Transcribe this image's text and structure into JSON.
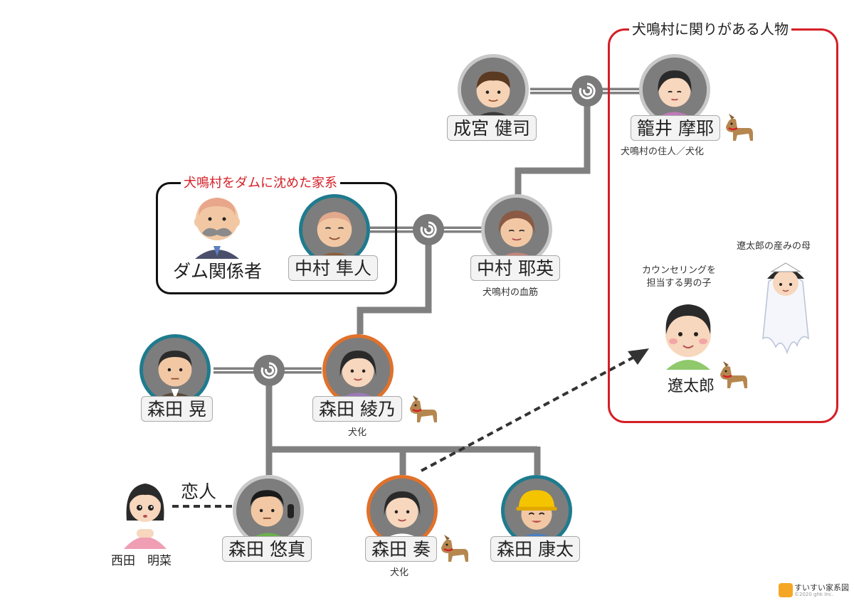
{
  "groups": {
    "dam_family_title": "犬鳴村をダムに沈めた家系",
    "village_related_title": "犬鳴村に関りがある人物"
  },
  "people": {
    "narumiya": {
      "name": "成宮 健司"
    },
    "kagoi": {
      "name": "籠井 摩耶",
      "caption": "犬鳴村の住人／犬化"
    },
    "dam": {
      "name": "ダム関係者"
    },
    "hayato": {
      "name": "中村 隼人"
    },
    "yae": {
      "name": "中村 耶英",
      "caption": "犬鳴村の血筋"
    },
    "akira": {
      "name": "森田 晃"
    },
    "ayano": {
      "name": "森田 綾乃",
      "caption": "犬化"
    },
    "yuma": {
      "name": "森田 悠真"
    },
    "kanade": {
      "name": "森田 奏",
      "caption": "犬化"
    },
    "kouta": {
      "name": "森田 康太"
    },
    "akina": {
      "name": "西田　明菜"
    },
    "ryotaro": {
      "name": "遼太郎"
    },
    "counsel": {
      "caption": "カウンセリングを\n担当する男の子"
    },
    "mother": {
      "caption": "遼太郎の産みの母"
    }
  },
  "relations": {
    "lover_label": "恋人"
  },
  "footer": {
    "logo": "すいすい家系図",
    "sub": "©2020 ghk Inc."
  },
  "colors": {
    "red": "#d51f26",
    "teal": "#1f7b8e",
    "orange": "#e0712b",
    "line": "#808080"
  },
  "icons": [
    "dog-icon",
    "marriage-ring-icon"
  ]
}
